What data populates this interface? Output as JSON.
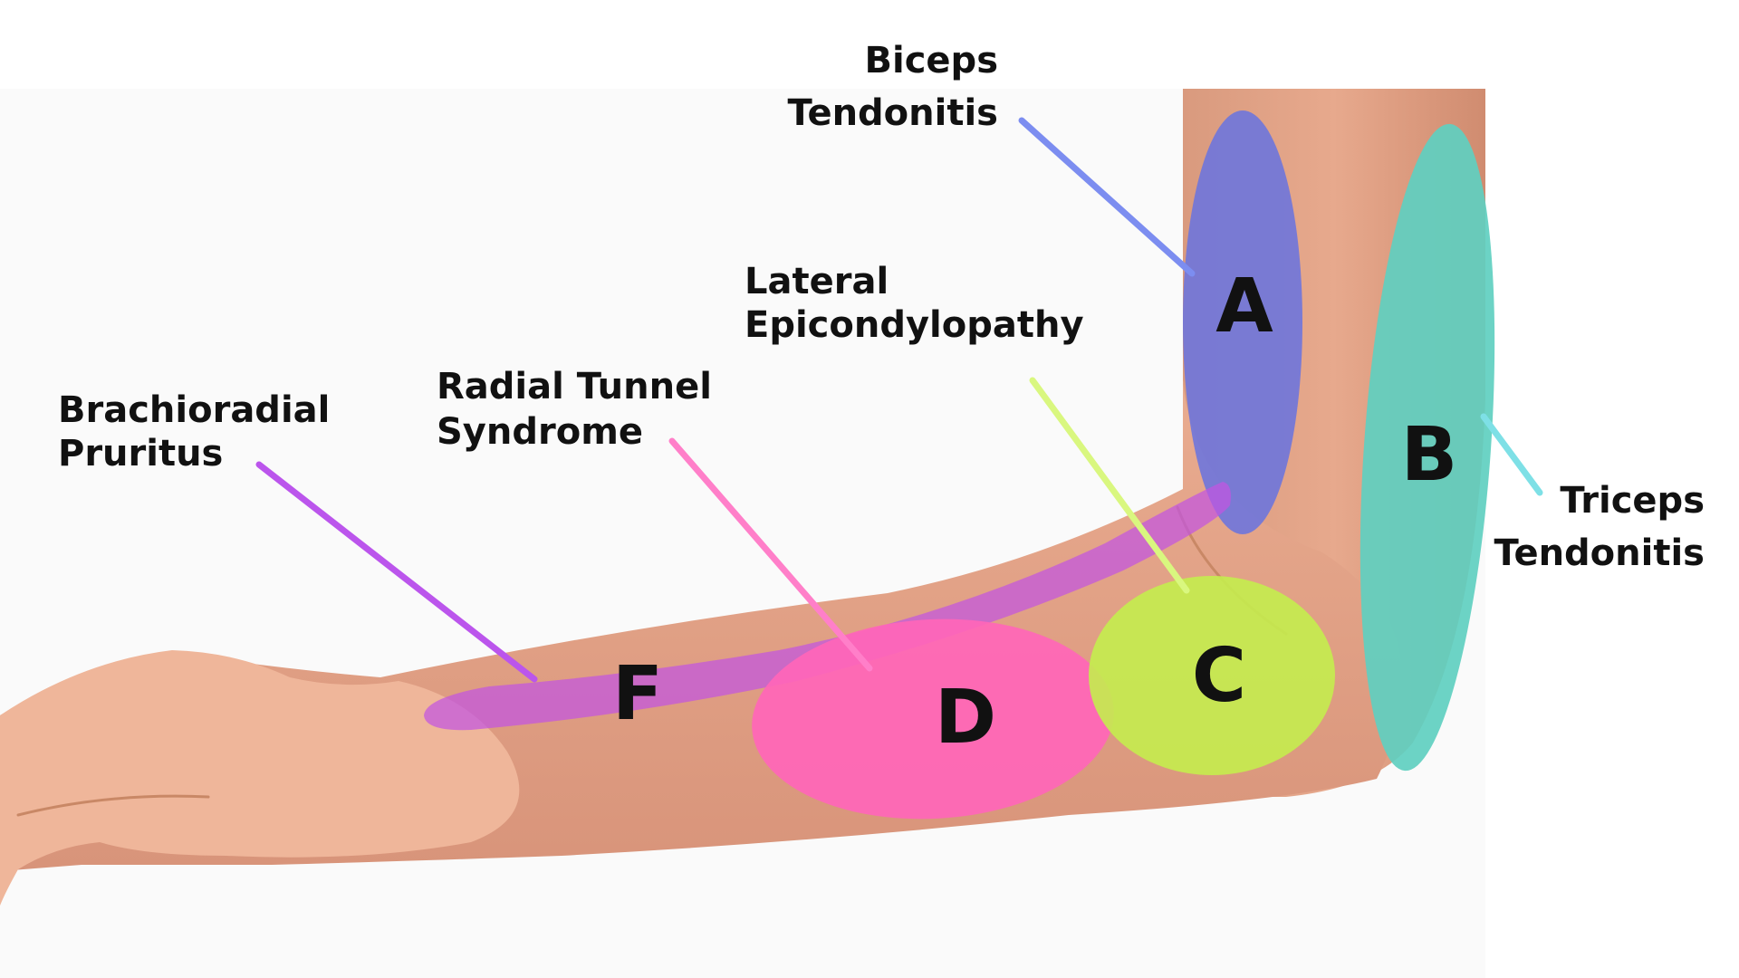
{
  "regions": [
    {
      "letter": "A",
      "label_lines": [
        "Biceps",
        "Tendonitis"
      ],
      "color": "#6E75DC",
      "leader_color": "#7C8DF0"
    },
    {
      "letter": "B",
      "label_lines": [
        "Triceps",
        "Tendonitis"
      ],
      "color": "#5FCFC0",
      "leader_color": "#7EE0E6"
    },
    {
      "letter": "C",
      "label_lines": [
        "Lateral",
        "Epicondylopathy"
      ],
      "color": "#C4ED4E",
      "leader_color": "#D9F77F"
    },
    {
      "letter": "D",
      "label_lines": [
        "Radial Tunnel",
        "Syndrome"
      ],
      "color": "#FF66B8",
      "leader_color": "#FF7FC9"
    },
    {
      "letter": "F",
      "label_lines": [
        "Brachioradial",
        "Pruritus"
      ],
      "color": "#C255E0",
      "leader_color": "#BB55EC"
    }
  ],
  "colors": {
    "skin": "#E7A487",
    "skin_shadow": "#C98866",
    "backdrop": "#FAFAFA"
  }
}
